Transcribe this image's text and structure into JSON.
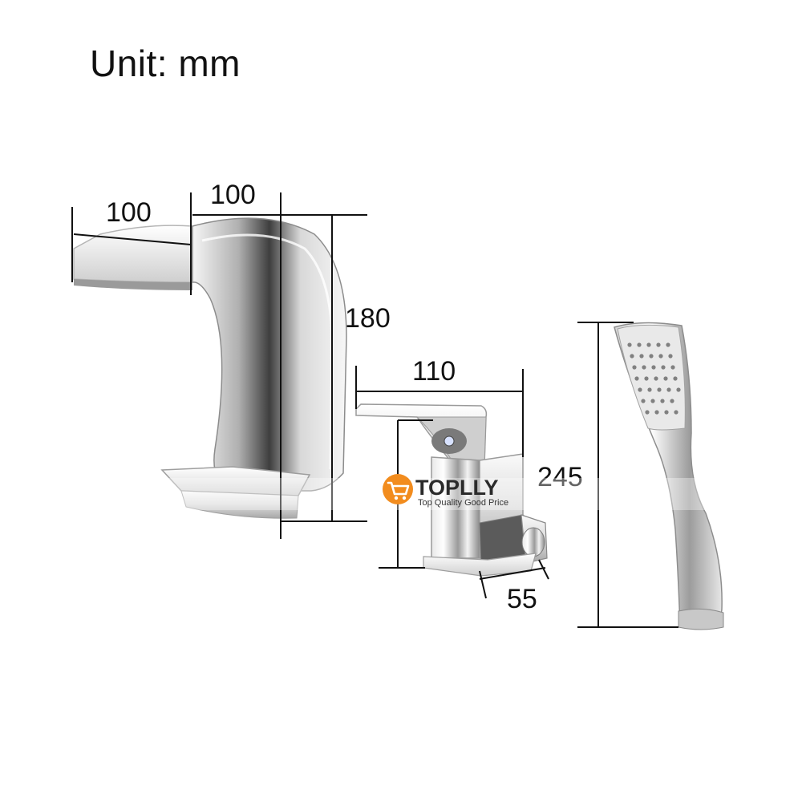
{
  "title": "Unit: mm",
  "dimensions": {
    "spout_depth": "100",
    "spout_width": "100",
    "spout_height": "180",
    "mixer_length": "110",
    "mixer_depth": "55",
    "handshower_height": "245"
  },
  "watermark": {
    "brand": "TOPLLY",
    "tagline": "Top Quality Good Price",
    "accent_color": "#f28c1e"
  },
  "colors": {
    "chrome_light": "#f4f4f4",
    "chrome_mid": "#b9b9b9",
    "chrome_dark": "#4a4a4a",
    "line": "#111111"
  },
  "icons": {
    "watermark_logo": "shopping-cart-icon"
  }
}
